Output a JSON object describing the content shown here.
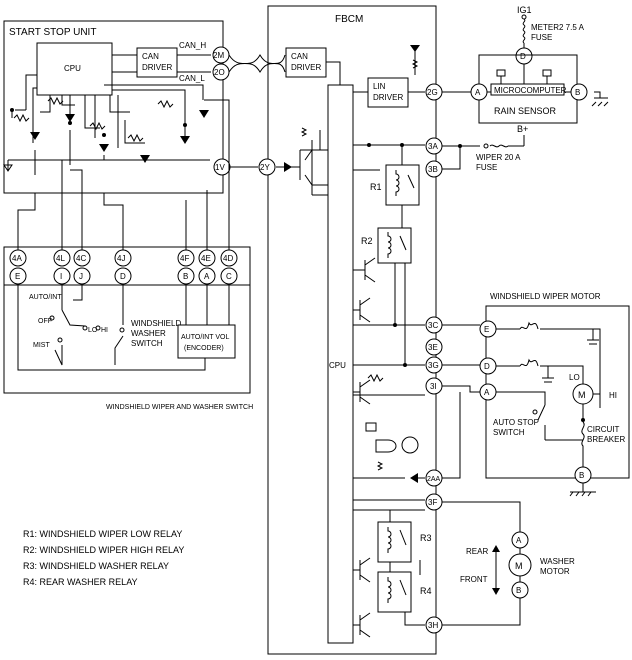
{
  "units": {
    "start_stop_unit": "START STOP UNIT",
    "fbcm": "FBCM",
    "cpu": "CPU",
    "can_driver": [
      "CAN",
      "DRIVER"
    ],
    "lin_driver": [
      "LIN",
      "DRIVER"
    ],
    "rain_sensor": "RAIN SENSOR",
    "microcomputer": "MICROCOMPUTER",
    "wiper_motor": "WINDSHIELD WIPER MOTOR",
    "switch_unit": "WINDSHIELD WIPER AND WASHER SWITCH",
    "washer_switch": [
      "WINDSHIELD",
      "WASHER",
      "SWITCH"
    ],
    "auto_int_vol": [
      "AUTO/INT VOL",
      "(ENCODER)"
    ],
    "washer_motor": [
      "WASHER",
      "MOTOR"
    ],
    "auto_stop_switch": [
      "AUTO STOP",
      "SWITCH"
    ],
    "circuit_breaker": [
      "CIRCUIT",
      "BREAKER"
    ]
  },
  "signals": {
    "can_h": "CAN_H",
    "can_l": "CAN_L",
    "ig1": "IG1",
    "meter2_fuse": [
      "METER2 7.5 A",
      "FUSE"
    ],
    "b_plus": "B+",
    "wiper_fuse": [
      "WIPER 20 A",
      "FUSE"
    ]
  },
  "switch_positions": {
    "auto_int": "AUTO/INT",
    "off": "OFF",
    "mist": "MIST",
    "lo": "LO",
    "hi": "HI"
  },
  "motor_labels": {
    "lo": "LO",
    "hi": "HI",
    "rear": "REAR",
    "front": "FRONT"
  },
  "connectors": {
    "2M": "2M",
    "2O": "2O",
    "1V": "1V",
    "2Y": "2Y",
    "2G": "2G",
    "3A": "3A",
    "3B": "3B",
    "3C": "3C",
    "3E": "3E",
    "3G": "3G",
    "3I": "3I",
    "2AA": "2AA",
    "3F": "3F",
    "3H": "3H",
    "4A": "4A",
    "4L": "4L",
    "4C": "4C",
    "4J": "4J",
    "4F": "4F",
    "4E": "4E",
    "4D": "4D",
    "E": "E",
    "I": "I",
    "J": "J",
    "D": "D",
    "B": "B",
    "A": "A",
    "C": "C"
  },
  "relays": {
    "r1": "R1",
    "r2": "R2",
    "r3": "R3",
    "r4": "R4"
  },
  "legend": [
    "R1: WINDSHIELD WIPER LOW RELAY",
    "R2: WINDSHIELD WIPER HIGH RELAY",
    "R3: WINDSHIELD WASHER RELAY",
    "R4: REAR WASHER RELAY"
  ]
}
